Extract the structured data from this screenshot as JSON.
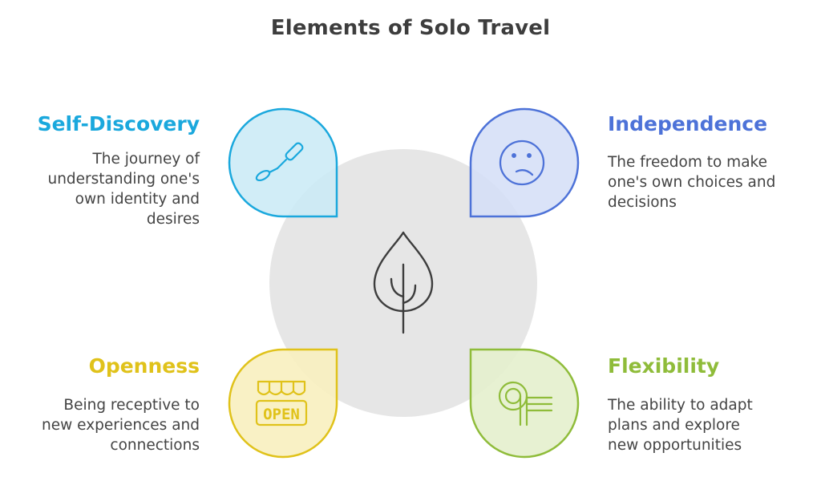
{
  "title": "Elements of Solo Travel",
  "colors": {
    "self_discovery": "#1aa8dd",
    "independence": "#4d72d8",
    "openness": "#e0c21a",
    "flexibility": "#8fbc3a",
    "center_circle": "#e6e6e6",
    "text": "#444444"
  },
  "elements": {
    "self_discovery": {
      "title": "Self-Discovery",
      "description": "The journey of\nunderstanding one's\nown identity and\ndesires",
      "icon": "brush-icon"
    },
    "independence": {
      "title": "Independence",
      "description": "The freedom to make\none's own choices and\ndecisions",
      "icon": "confused-face-icon"
    },
    "openness": {
      "title": "Openness",
      "description": "Being receptive to\nnew experiences and\nconnections",
      "icon": "open-shop-icon",
      "icon_text": "OPEN"
    },
    "flexibility": {
      "title": "Flexibility",
      "description": "The ability to adapt\nplans and explore\nnew opportunities",
      "icon": "flexible-path-icon"
    }
  },
  "center_icon": "tree-icon"
}
